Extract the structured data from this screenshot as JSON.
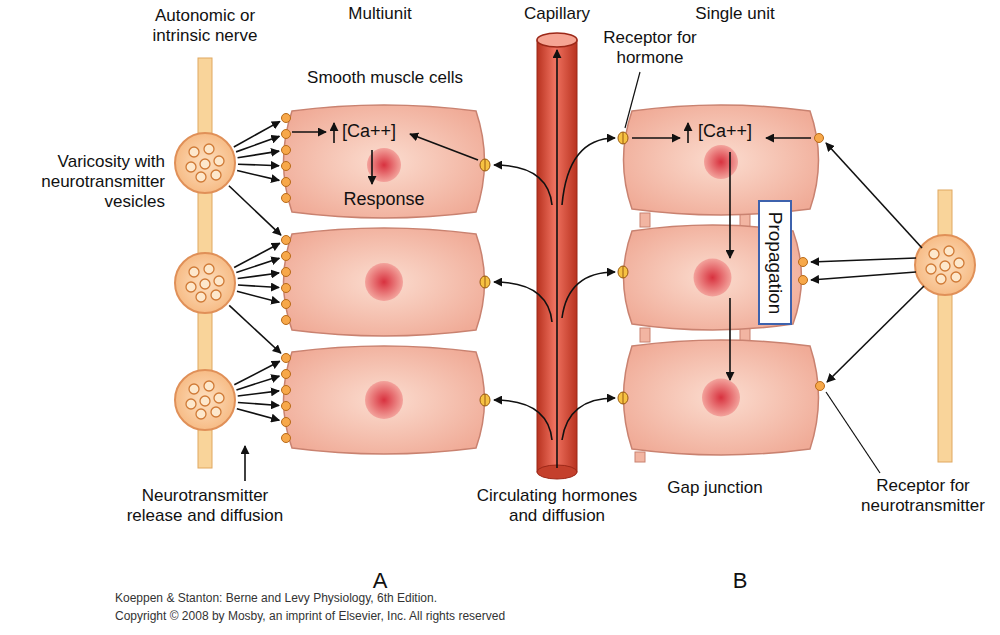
{
  "diagram": {
    "nodes": [
      {
        "text": [
          "[Ca++]",
          "Response"
        ]
      },
      {
        "text": [
          "[Ca++]"
        ]
      },
      {
        "text": [
          "Propagation"
        ]
      }
    ],
    "labels": [
      "Autonomic or intrinsic nerve",
      "Multiunit",
      "Capillary",
      "Single unit",
      "Smooth muscle cells",
      "Receptor for hormone",
      "Varicosity with neurotransmitter vesicles",
      "Neurotransmitter release and diffusion",
      "Circulating hormones and diffusion",
      "Gap junction",
      "Receptor for neurotransmitter",
      "A",
      "B",
      "Koeppen & Stanton: Berne and Levy Physiology, 6th Edition.",
      "Copyright © 2008 by Mosby, an imprint of Elsevier, Inc. All rights reserved"
    ]
  }
}
